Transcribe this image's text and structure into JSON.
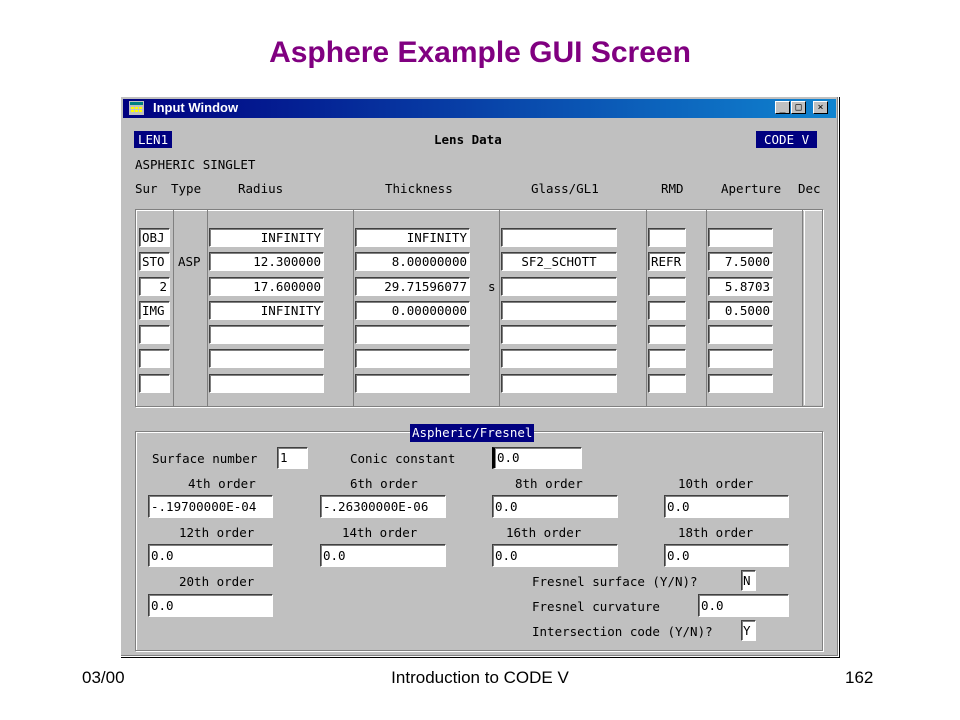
{
  "slide": {
    "title": "Asphere Example GUI Screen",
    "footer_left": "03/00",
    "footer_center": "Introduction to CODE V",
    "footer_right": "162"
  },
  "window": {
    "title": "Input Window",
    "controls": {
      "minimize": "_",
      "maximize": "□",
      "close": "×"
    }
  },
  "header": {
    "lens_tag": "LEN1",
    "section_title": "Lens Data",
    "code_tag": "CODE V",
    "lens_title": "ASPHERIC SINGLET"
  },
  "columns": {
    "sur": "Sur",
    "type": "Type",
    "radius": "Radius",
    "thickness": "Thickness",
    "glass": "Glass/GL1",
    "rmd": "RMD",
    "aperture": "Aperture",
    "dec": "Dec"
  },
  "rows": [
    {
      "sur": "OBJ",
      "type": "",
      "radius": "INFINITY",
      "thickness": "INFINITY",
      "solve": "",
      "glass": "",
      "rmd": "",
      "aperture": ""
    },
    {
      "sur": "STO",
      "type": "ASP",
      "radius": "12.300000",
      "thickness": "8.00000000",
      "solve": "",
      "glass": "SF2_SCHOTT",
      "rmd": "REFR",
      "aperture": "7.5000"
    },
    {
      "sur": "2",
      "type": "",
      "radius": "17.600000",
      "thickness": "29.71596077",
      "solve": "s",
      "glass": "",
      "rmd": "",
      "aperture": "5.8703"
    },
    {
      "sur": "IMG",
      "type": "",
      "radius": "INFINITY",
      "thickness": "0.00000000",
      "solve": "",
      "glass": "",
      "rmd": "",
      "aperture": "0.5000"
    },
    {
      "sur": "",
      "type": "",
      "radius": "",
      "thickness": "",
      "solve": "",
      "glass": "",
      "rmd": "",
      "aperture": ""
    },
    {
      "sur": "",
      "type": "",
      "radius": "",
      "thickness": "",
      "solve": "",
      "glass": "",
      "rmd": "",
      "aperture": ""
    },
    {
      "sur": "",
      "type": "",
      "radius": "",
      "thickness": "",
      "solve": "",
      "glass": "",
      "rmd": "",
      "aperture": ""
    }
  ],
  "aspheric": {
    "tab": "Aspheric/Fresnel",
    "surface_number_label": "Surface number",
    "surface_number": "1",
    "conic_label": "Conic constant",
    "conic": "0.0",
    "orders": [
      {
        "label": "4th order",
        "value": "-.19700000E-04"
      },
      {
        "label": "6th order",
        "value": "-.26300000E-06"
      },
      {
        "label": "8th order",
        "value": "0.0"
      },
      {
        "label": "10th order",
        "value": "0.0"
      },
      {
        "label": "12th order",
        "value": "0.0"
      },
      {
        "label": "14th order",
        "value": "0.0"
      },
      {
        "label": "16th order",
        "value": "0.0"
      },
      {
        "label": "18th order",
        "value": "0.0"
      },
      {
        "label": "20th order",
        "value": "0.0"
      }
    ],
    "fresnel_surface_label": "Fresnel surface (Y/N)?",
    "fresnel_surface": "N",
    "fresnel_curvature_label": "Fresnel curvature",
    "fresnel_curvature": "0.0",
    "intersection_label": "Intersection code (Y/N)?",
    "intersection": "Y"
  }
}
